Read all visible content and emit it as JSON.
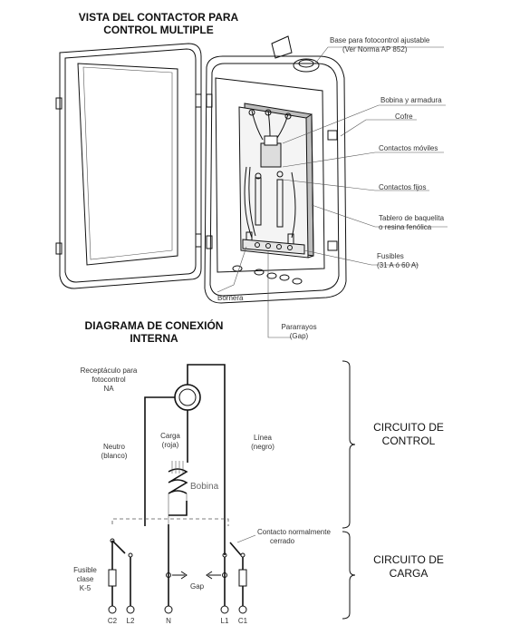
{
  "top_title": [
    "VISTA DEL CONTACTOR PARA",
    "CONTROL MULTIPLE"
  ],
  "view_labels": {
    "base_fotocontrol": [
      "Base para fotocontrol ajustable",
      "(Ver Norma AP 852)"
    ],
    "bobina_armadura": "Bobina y armadura",
    "cofre": "Cofre",
    "contactos_moviles": "Contactos móviles",
    "contactos_fijos": "Contactos fijos",
    "tablero": [
      "Tablero de baquelita",
      "o resina fenólica"
    ],
    "fusibles": [
      "Fusibles",
      "(31 A ó 60 A)"
    ],
    "bornera": "Bornera",
    "pararrayos": [
      "Pararrayos",
      "(Gap)"
    ]
  },
  "diagram_title": [
    "DIAGRAMA DE CONEXIÓN",
    "INTERNA"
  ],
  "diagram_labels": {
    "receptaculo": [
      "Receptáculo para",
      "fotocontrol",
      "NA"
    ],
    "carga": [
      "Carga",
      "(roja)"
    ],
    "linea": [
      "Línea",
      "(negro)"
    ],
    "neutro": [
      "Neutro",
      "(blanco)"
    ],
    "bobina": "Bobina",
    "contacto_nc": [
      "Contacto normalmente",
      "cerrado"
    ],
    "fusible": [
      "Fusible",
      "clase",
      "K-5"
    ],
    "gap": "Gap",
    "terminals": [
      "C2",
      "L2",
      "N",
      "L1",
      "C1"
    ]
  },
  "sections": {
    "control": [
      "CIRCUITO DE",
      "CONTROL"
    ],
    "carga": [
      "CIRCUITO DE",
      "CARGA"
    ]
  }
}
